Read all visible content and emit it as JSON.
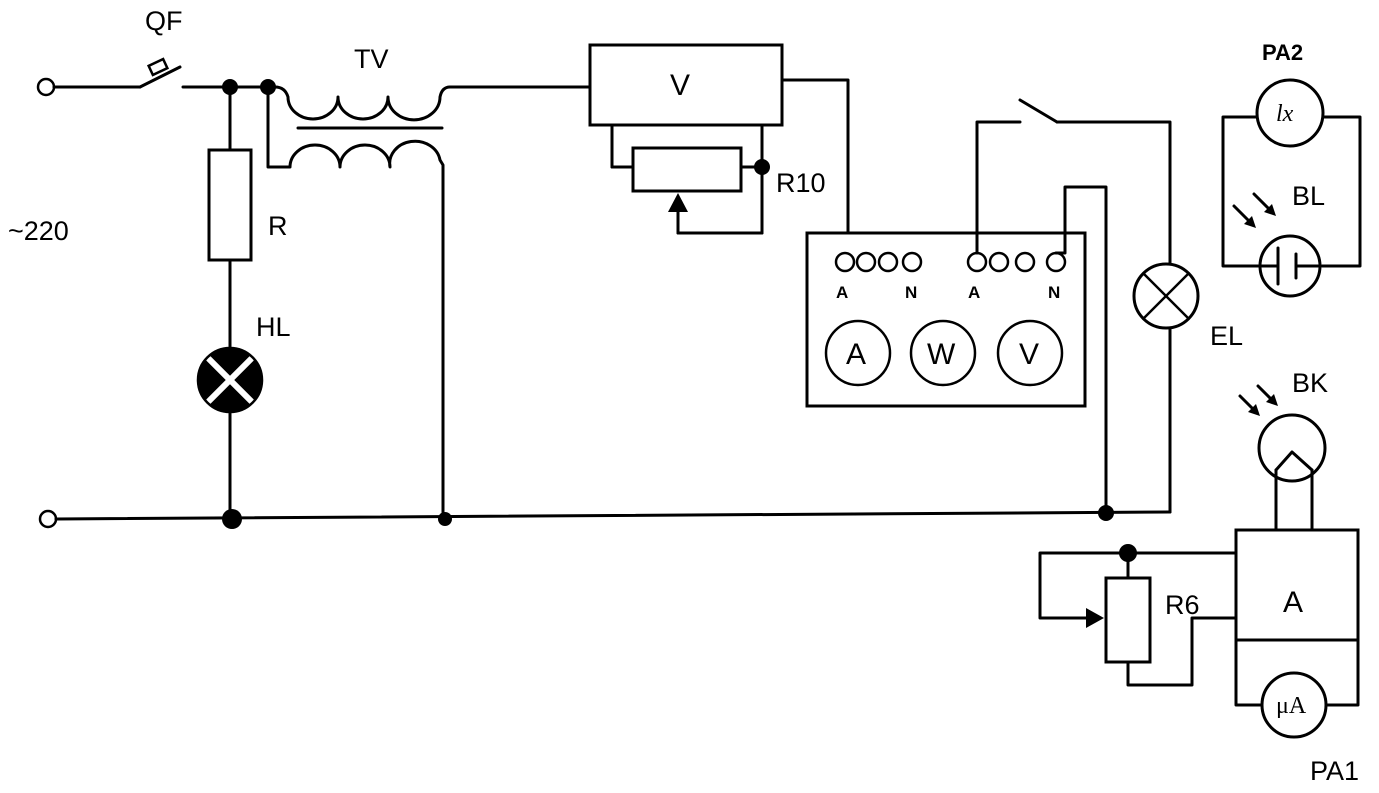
{
  "labels": {
    "qf": "QF",
    "tv": "TV",
    "v_block": "V",
    "r10": "R10",
    "supply": "~220",
    "r": "R",
    "hl": "HL",
    "pa2": "PA2",
    "lx": "lx",
    "bl": "BL",
    "el": "EL",
    "bk": "BK",
    "a_block": "A",
    "r6": "R6",
    "micro_a": "μA",
    "pa1": "PA1"
  },
  "meter_unit": {
    "terminals_left": [
      "A",
      "N"
    ],
    "terminals_right": [
      "A",
      "N"
    ],
    "dials": [
      "A",
      "W",
      "V"
    ]
  },
  "colors": {
    "ink": "#000000",
    "paper": "#ffffff"
  }
}
